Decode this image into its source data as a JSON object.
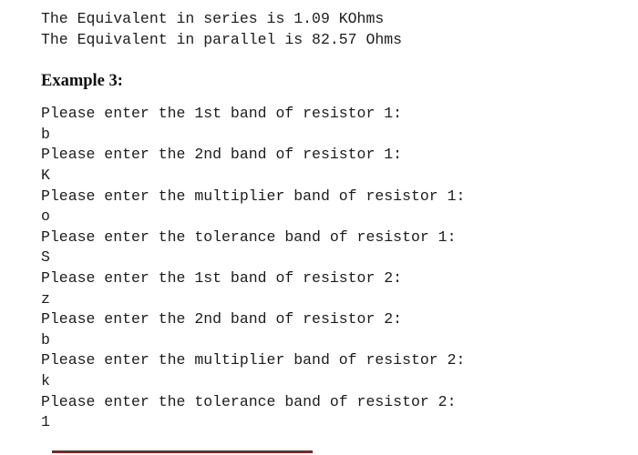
{
  "results": {
    "series": "The Equivalent in series is 1.09 KOhms",
    "parallel": "The Equivalent in parallel is 82.57 Ohms"
  },
  "heading": {
    "text": "Example 3:"
  },
  "console": {
    "lines": [
      {
        "prompt": "Please enter the 1st band of resistor 1:",
        "input": "b"
      },
      {
        "prompt": "Please enter the 2nd band of resistor 1:",
        "input": "K"
      },
      {
        "prompt": "Please enter the multiplier band of resistor 1:",
        "input": "o"
      },
      {
        "prompt": "Please enter the tolerance band of resistor 1:",
        "input": "S"
      },
      {
        "prompt": "Please enter the 1st band of resistor 2:",
        "input": "z"
      },
      {
        "prompt": "Please enter the 2nd band of resistor 2:",
        "input": "b"
      },
      {
        "prompt": "Please enter the multiplier band of resistor 2:",
        "input": "k"
      },
      {
        "prompt": "Please enter the tolerance band of resistor 2:",
        "input": "1"
      }
    ]
  },
  "divider": {
    "color": "#9b1b1b"
  }
}
